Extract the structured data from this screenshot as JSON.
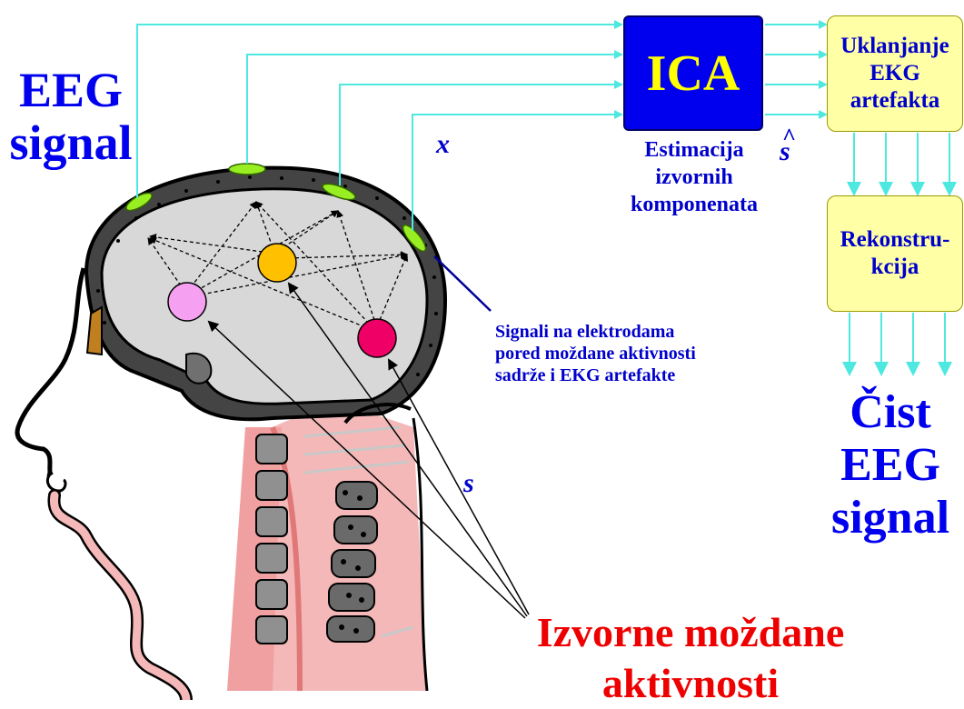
{
  "labels": {
    "eeg_signal_line1": "EEG",
    "eeg_signal_line2": "signal",
    "ica": "ICA",
    "estimacija_line1": "Estimacija",
    "estimacija_line2": "izvornih",
    "estimacija_line3": "komponenata",
    "x_symbol": "x",
    "s_hat_symbol": "s",
    "s_hat_accent": "^",
    "s_symbol": "s",
    "uklanjanje_line1": "Uklanjanje",
    "uklanjanje_line2": "EKG",
    "uklanjanje_line3": "artefakta",
    "rekonstrukcija_line1": "Rekonstru-",
    "rekonstrukcija_line2": "kcija",
    "cist_line1": "Čist",
    "cist_line2": "EEG",
    "cist_line3": "signal",
    "note_line1": "Signali na elektrodama",
    "note_line2": "pored moždane aktivnosti",
    "note_line3": "sadrže i EKG artefakte",
    "izvorne_line1": "Izvorne moždane",
    "izvorne_line2": "aktivnosti"
  },
  "colors": {
    "signal_line": "#4ee8e0",
    "ica_box": "#0000ee",
    "ica_text": "#ffff00",
    "process_box": "#ffffa6",
    "label_blue": "#0000ee",
    "label_red": "#ee0000",
    "electrode": "#99ee22",
    "source_pink": "#f5a0f0",
    "source_orange": "#ffc000",
    "source_red": "#ee0066",
    "brain_fill": "#d8d8d8",
    "neck_fill": "#f4b8b8"
  },
  "icons": [
    "electrode-icon",
    "brain-source-icon"
  ]
}
